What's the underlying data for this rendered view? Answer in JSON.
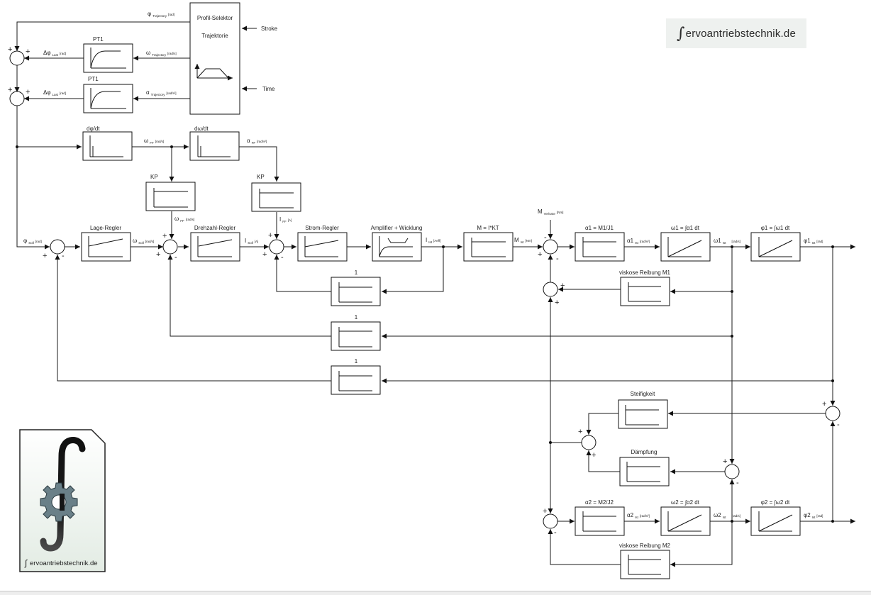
{
  "brand": {
    "integral_glyph": "∫",
    "text": "ervoantriebstechnik.de",
    "card_text": "ervoantriebstechnik.de"
  },
  "trajectory": {
    "selector_title": "Profil-Selektor",
    "selector_subtitle": "Trajektorie",
    "input_stroke": "Stroke",
    "input_time": "Time",
    "phi_traj": {
      "main": "φ",
      "sub": "Trajectory",
      "unit": "[rad]"
    },
    "omega_traj": {
      "main": "ω",
      "sub": "Trajectory",
      "unit": "[rad/s]"
    },
    "alpha_traj": {
      "main": "α",
      "sub": "Trajectory",
      "unit": "[rad/s²]"
    },
    "pt1_a": "PT1",
    "pt1_b": "PT1",
    "dphi_last_a": {
      "main": "Δφ",
      "sub": "Last",
      "unit": "[rad]"
    },
    "dphi_last_b": {
      "main": "Δφ",
      "sub": "Last",
      "unit": "[rad]"
    }
  },
  "feedforward": {
    "dphi_dt": "dφ/dt",
    "domega_dt": "dω/dt",
    "kp_a": "KP",
    "kp_b": "KP",
    "omega_ff": {
      "main": "ω",
      "sub": "FF",
      "unit": "[rad/s]"
    },
    "omega_ff2": {
      "main": "ω",
      "sub": "FF",
      "unit": "[rad/s]"
    },
    "alpha_ff": {
      "main": "α",
      "sub": "FF",
      "unit": "[rad/s²]"
    },
    "i_ff": {
      "main": "I",
      "sub": "FF",
      "unit": "[A]"
    }
  },
  "main_loop": {
    "phi_soll": {
      "main": "φ",
      "sub": "Soll",
      "unit": "[rad]"
    },
    "lage_regler": "Lage-Regler",
    "omega_soll": {
      "main": "ω",
      "sub": "Soll",
      "unit": "[rad/s]"
    },
    "drehzahl_regler": "Drehzahl-Regler",
    "i_soll": {
      "main": "I",
      "sub": "Soll",
      "unit": "[A]"
    },
    "strom_regler": "Strom-Regler",
    "amplifier": "Amplifier + Wicklung",
    "i_ist": {
      "main": "I",
      "sub": "Ist",
      "unit": "[Aeff]"
    },
    "torque_block": "M = I*KT",
    "m_ist": {
      "main": "M",
      "sub": "Ist",
      "unit": "[Nm]"
    },
    "m_verluste": {
      "main": "M",
      "sub": "Verluste",
      "unit": "[Nm]"
    },
    "feedback_gain_1": "1",
    "feedback_gain_2": "1",
    "feedback_gain_3": "1"
  },
  "mechanics": {
    "alpha1_block": "α1 = M1/J1",
    "omega1_block": "ω1 = ∫α1 dt",
    "phi1_block": "φ1 = ∫ω1 dt",
    "alpha1_ist": {
      "main": "α1",
      "sub": "Ist",
      "unit": "[rad/s²]"
    },
    "omega1_ist": {
      "main": "ω1",
      "sub": "Ist",
      "unit": "[rad/s]"
    },
    "phi1_ist": {
      "main": "φ1",
      "sub": "Ist",
      "unit": "[rad]"
    },
    "visc_m1": "viskose Reibung M1",
    "stiffness": "Steifigkeit",
    "damping": "Dämpfung",
    "alpha2_block": "α2 = M2/J2",
    "omega2_block": "ω2 = ∫α2 dt",
    "phi2_block": "φ2 = ∫ω2 dt",
    "alpha2_ist": {
      "main": "α2",
      "sub": "Ist",
      "unit": "[rad/s²]"
    },
    "omega2_ist": {
      "main": "ω2",
      "sub": "Ist",
      "unit": "[rad/s]"
    },
    "phi2_ist": {
      "main": "φ2",
      "sub": "Ist",
      "unit": "[rad]"
    },
    "visc_m2": "viskose Reibung M2"
  },
  "signs": {
    "plus": "+",
    "minus": "-"
  },
  "colors": {
    "gear": "#6a8088",
    "brand_bg": "#eef1ef",
    "line": "#1a1a1a"
  }
}
